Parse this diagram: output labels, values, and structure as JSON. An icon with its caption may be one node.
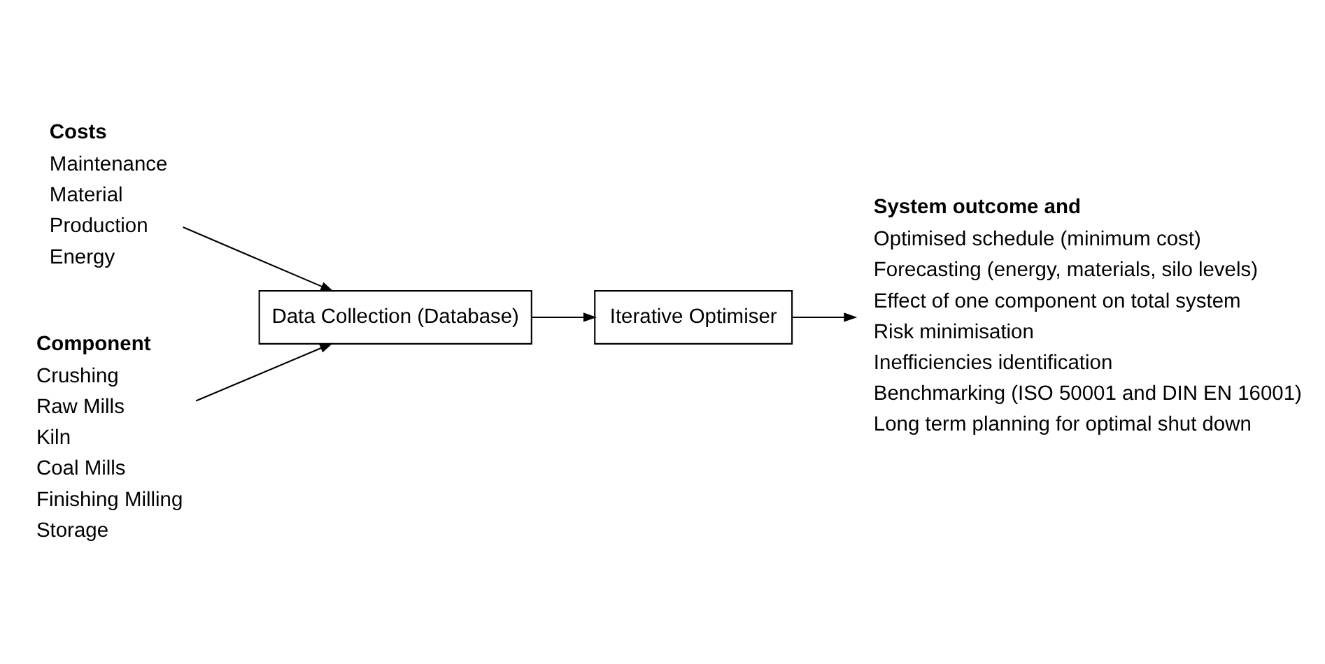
{
  "diagram": {
    "nodes": [
      {
        "text": [
          "Costs",
          "Maintenance",
          "Material",
          "Production",
          "Energy"
        ]
      },
      {
        "text": [
          "Data Collection (Database)"
        ]
      },
      {
        "text": [
          "Iterative Optimiser"
        ]
      },
      {
        "text": [
          "Component",
          "Crushing",
          "Raw Mills",
          "Kiln",
          "Coal Mills",
          "Finishing Milling",
          "Storage"
        ]
      },
      {
        "text": [
          "System outcome and",
          "Optimised schedule (minimum cost)",
          "Forecasting (energy, materials, silo levels)",
          "Effect of one component on total system",
          "Risk minimisation",
          "Inefficiencies identification",
          "Benchmarking (ISO 50001 and DIN EN 16001)",
          "Long term planning for optimal shut down"
        ]
      }
    ],
    "edges": [
      {
        "from": 0,
        "to": 1,
        "arrow": "to"
      },
      {
        "from": 3,
        "to": 1,
        "arrow": "to"
      },
      {
        "from": 1,
        "to": 2,
        "arrow": "to"
      },
      {
        "from": 2,
        "to": 4,
        "arrow": "to"
      }
    ]
  }
}
